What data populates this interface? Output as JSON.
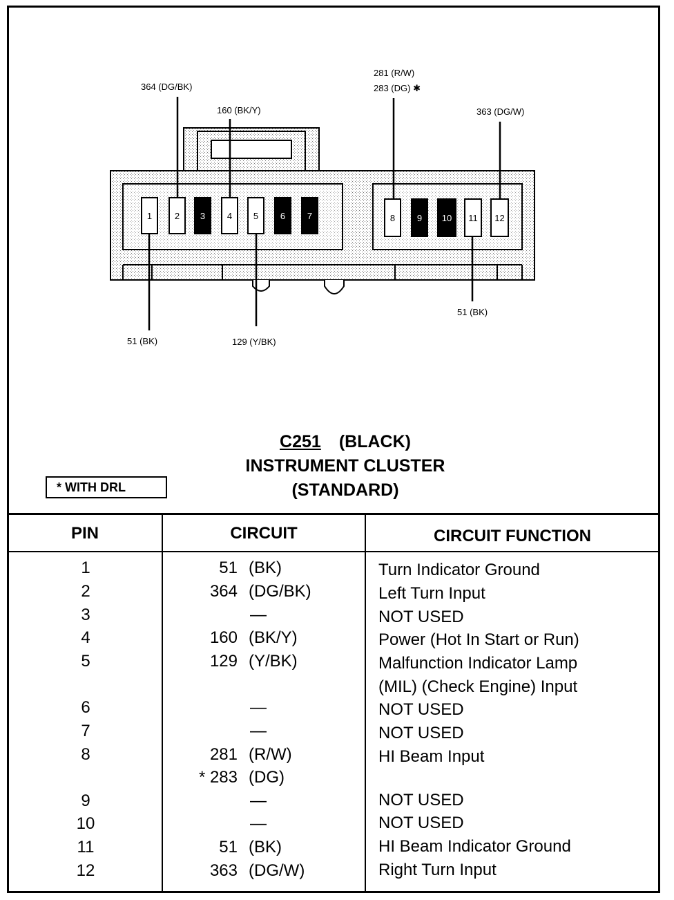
{
  "connector": {
    "id": "C251",
    "color": "(BLACK)",
    "name": "INSTRUMENT CLUSTER",
    "variant": "(STANDARD)"
  },
  "note": "* WITH DRL",
  "pins": [
    {
      "label": "1",
      "state": "used"
    },
    {
      "label": "2",
      "state": "used"
    },
    {
      "label": "3",
      "state": "not-used"
    },
    {
      "label": "4",
      "state": "used"
    },
    {
      "label": "5",
      "state": "used"
    },
    {
      "label": "6",
      "state": "not-used"
    },
    {
      "label": "7",
      "state": "not-used"
    },
    {
      "label": "8",
      "state": "used"
    },
    {
      "label": "9",
      "state": "not-used"
    },
    {
      "label": "10",
      "state": "not-used"
    },
    {
      "label": "11",
      "state": "used"
    },
    {
      "label": "12",
      "state": "used"
    }
  ],
  "wire_labels": {
    "pin2": "364 (DG/BK)",
    "pin4": "160 (BK/Y)",
    "pin8_a": "281 (R/W)",
    "pin8_b": "283 (DG) ✱",
    "pin12": "363 (DG/W)",
    "pin1": "51 (BK)",
    "pin5": "129 (Y/BK)",
    "pin11": "51 (BK)"
  },
  "table": {
    "headers": {
      "pin": "PIN",
      "circuit": "CIRCUIT",
      "function": "CIRCUIT FUNCTION"
    },
    "rows": [
      {
        "pin": "1",
        "num": "51",
        "color": "(BK)",
        "func": "Turn Indicator Ground"
      },
      {
        "pin": "2",
        "num": "364",
        "color": "(DG/BK)",
        "func": "Left Turn Input"
      },
      {
        "pin": "3",
        "num": "",
        "color": "—",
        "func": "NOT USED"
      },
      {
        "pin": "4",
        "num": "160",
        "color": "(BK/Y)",
        "func": "Power (Hot In Start or Run)"
      },
      {
        "pin": "5",
        "num": "129",
        "color": "(Y/BK)",
        "func": "Malfunction Indicator Lamp"
      },
      {
        "pin": "",
        "num": "",
        "color": "",
        "func": "(MIL) (Check Engine) Input"
      },
      {
        "pin": "6",
        "num": "",
        "color": "—",
        "func": "NOT USED"
      },
      {
        "pin": "7",
        "num": "",
        "color": "—",
        "func": "NOT USED"
      },
      {
        "pin": "8",
        "num": "281",
        "color": "(R/W)",
        "func": "HI Beam Input"
      },
      {
        "pin": "",
        "num": "* 283",
        "color": "(DG)",
        "func": ""
      },
      {
        "pin": "9",
        "num": "",
        "color": "—",
        "func": "NOT USED"
      },
      {
        "pin": "10",
        "num": "",
        "color": "—",
        "func": "NOT USED"
      },
      {
        "pin": "11",
        "num": "51",
        "color": "(BK)",
        "func": "HI Beam Indicator Ground"
      },
      {
        "pin": "12",
        "num": "363",
        "color": "(DG/W)",
        "func": "Right Turn Input"
      }
    ]
  }
}
